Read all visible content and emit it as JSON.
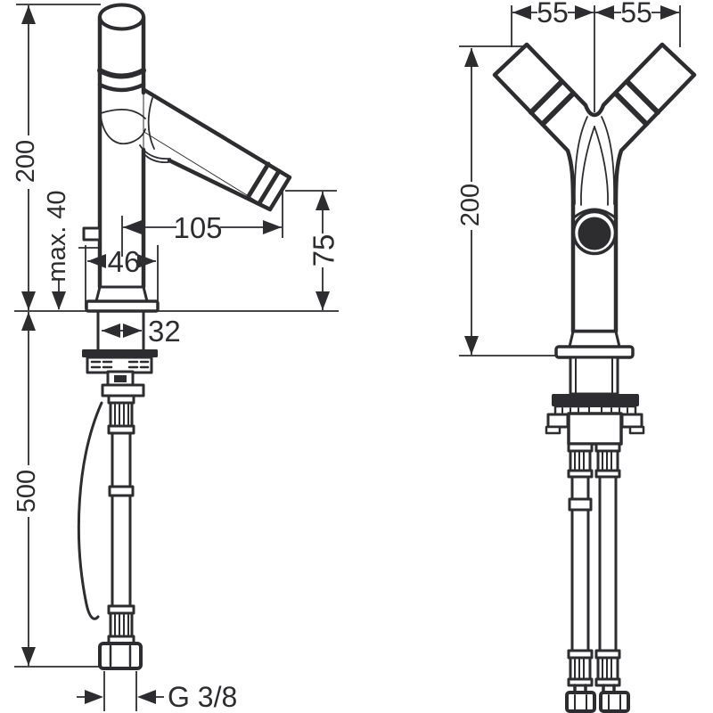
{
  "colors": {
    "ink": "#2d2d30",
    "background": "#ffffff"
  },
  "side_view": {
    "dims": {
      "height": "200",
      "deck_max": "max. 40",
      "reach": "105",
      "base_width": "46",
      "outlet_height": "75",
      "shank_width": "32",
      "hose_length": "500",
      "thread": "G 3/8"
    }
  },
  "front_view": {
    "dims": {
      "handle_left": "55",
      "handle_right": "55",
      "height": "200"
    }
  }
}
